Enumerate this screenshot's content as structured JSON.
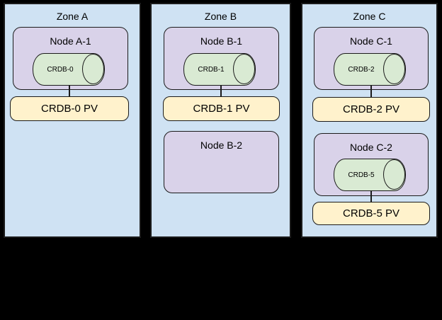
{
  "diagram": {
    "background": "#000000",
    "colors": {
      "zone_fill": "#cfe2f3",
      "node_fill": "#d9d2e9",
      "disk_fill": "#d9ead3",
      "pv_fill": "#fff2cc",
      "stroke": "#1b1b1b",
      "text": "#000000"
    },
    "zones": [
      {
        "label": "Zone A",
        "nodes": [
          {
            "label": "Node A-1",
            "disk": "CRDB-0",
            "pv": "CRDB-0 PV"
          }
        ]
      },
      {
        "label": "Zone B",
        "nodes": [
          {
            "label": "Node B-1",
            "disk": "CRDB-1",
            "pv": "CRDB-1 PV"
          },
          {
            "label": "Node B-2"
          }
        ]
      },
      {
        "label": "Zone C",
        "nodes": [
          {
            "label": "Node C-1",
            "disk": "CRDB-2",
            "pv": "CRDB-2 PV"
          },
          {
            "label": "Node C-2",
            "disk": "CRDB-5",
            "pv": "CRDB-5 PV"
          }
        ]
      }
    ]
  }
}
